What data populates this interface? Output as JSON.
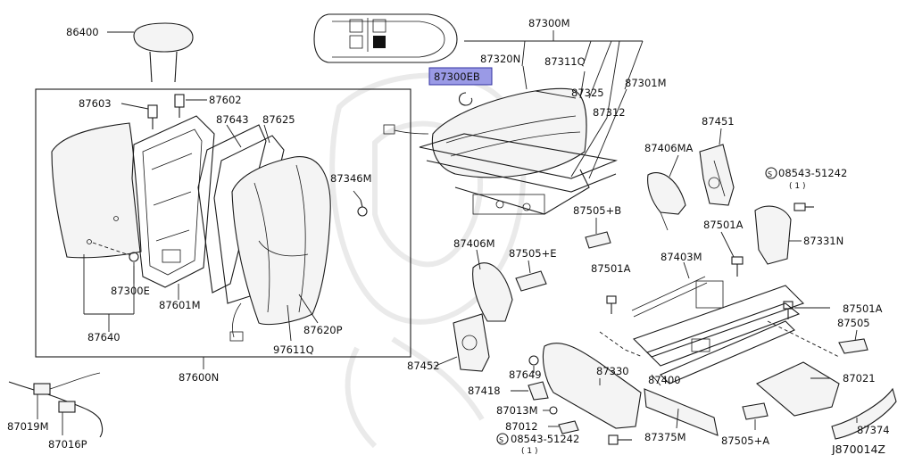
{
  "diagram_code": "J870014Z",
  "highlight_color": "#9a9ae6",
  "callouts": {
    "c86400": "86400",
    "c87603": "87603",
    "c87602": "87602",
    "c87643": "87643",
    "c87625": "87625",
    "c87346m": "87346M",
    "c87300e": "87300E",
    "c87601m": "87601M",
    "c87640": "87640",
    "c87620p": "87620P",
    "c97611q": "97611Q",
    "c87600n": "87600N",
    "c87019m": "87019M",
    "c87016p": "87016P",
    "c87300m": "87300M",
    "c87320n": "87320N",
    "c87311q": "87311Q",
    "c87300eb": "87300EB",
    "c87325": "87325",
    "c87301m": "87301M",
    "c87312": "87312",
    "c87451": "87451",
    "c87406ma": "87406MA",
    "c08543a": "08543-51242",
    "c08543a_qty": "( 1 )",
    "c87505b": "87505+B",
    "c87501a_1": "87501A",
    "c87331n": "87331N",
    "c87406m": "87406M",
    "c87505e": "87505+E",
    "c87501a_2": "87501A",
    "c87403m": "87403M",
    "c87501a_3": "87501A",
    "c87505": "87505",
    "c87452": "87452",
    "c87649": "87649",
    "c87330": "87330",
    "c87418": "87418",
    "c87400": "87400",
    "c87021": "87021",
    "c87013m": "87013M",
    "c87012": "87012",
    "c87375m": "87375M",
    "c87505a": "87505+A",
    "c87374": "87374",
    "c08543b": "08543-51242",
    "c08543b_qty": "( 1 )"
  }
}
